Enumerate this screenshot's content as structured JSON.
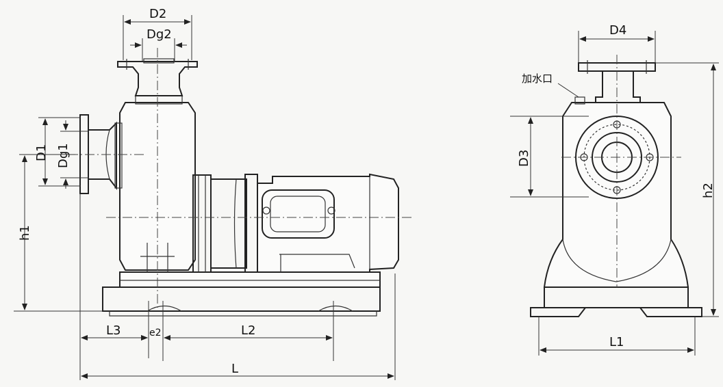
{
  "labels": {
    "D2": "D2",
    "Dg2": "Dg2",
    "D1": "D1",
    "Dg1": "Dg1",
    "h1": "h1",
    "L3": "L3",
    "e2": "e2",
    "L2": "L2",
    "L": "L",
    "D4": "D4",
    "water_inlet": "加水口",
    "D3": "D3",
    "h2": "h2",
    "L1": "L1"
  },
  "colors": {
    "line": "#222222",
    "background": "#f7f7f5"
  }
}
